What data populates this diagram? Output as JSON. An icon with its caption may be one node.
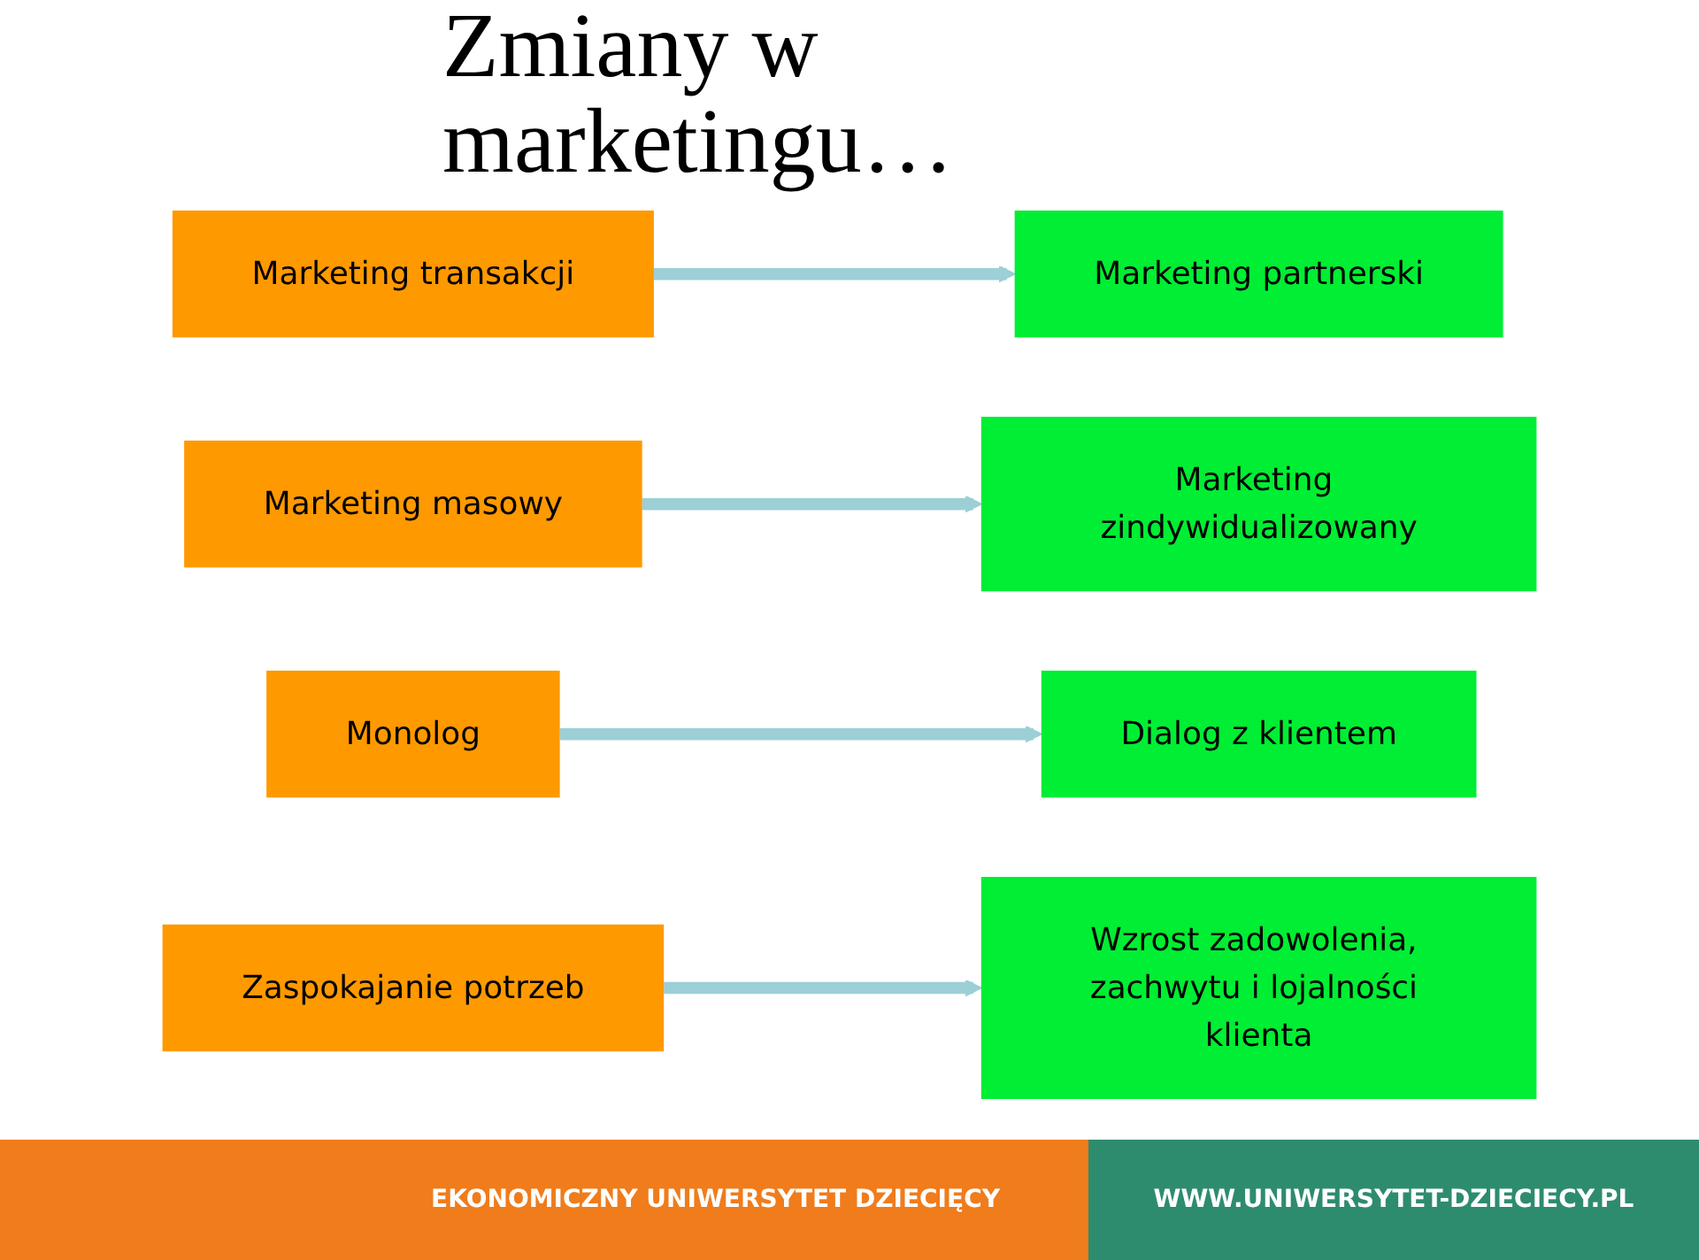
{
  "diagram": {
    "title": "Zmiany w marketingu…",
    "nodes": [
      {
        "text": [
          "Marketing transakcji"
        ]
      },
      {
        "text": [
          "Marketing partnerski"
        ]
      },
      {
        "text": [
          "Marketing masowy"
        ]
      },
      {
        "text": [
          "Marketing zindywidualizowany"
        ]
      },
      {
        "text": [
          "Monolog"
        ]
      },
      {
        "text": [
          "Dialog z klientem"
        ]
      },
      {
        "text": [
          "Zaspokajanie potrzeb"
        ]
      },
      {
        "text": [
          "Wzrost zadowolenia, zachwytu i lojalności klienta"
        ]
      }
    ],
    "edges": [
      {
        "from": 0,
        "to": 1,
        "arrow": "to"
      },
      {
        "from": 2,
        "to": 3,
        "arrow": "to"
      },
      {
        "from": 4,
        "to": 5,
        "arrow": "to"
      },
      {
        "from": 6,
        "to": 7,
        "arrow": "to"
      }
    ],
    "labels": [
      "EKONOMICZNY UNIWERSYTET DZIECIĘCY",
      "WWW.UNIWERSYTET-DZIECIECY.PL"
    ]
  }
}
